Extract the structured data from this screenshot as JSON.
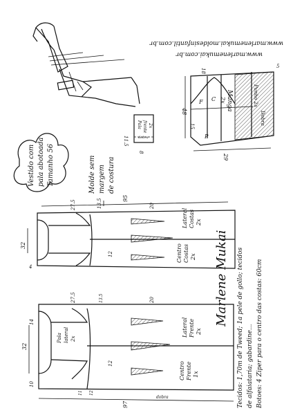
{
  "watermark": {
    "line1": "www.marlenemukai.com.br",
    "line2": "www.marlenemukai.moldesinfantil.com.br"
  },
  "cloud": {
    "line1": "Vestido com",
    "line2": "pala abotoada",
    "line3": "Tamanho 56"
  },
  "note": {
    "line1": "Molde sem",
    "line2": "margem",
    "line3": "de costura"
  },
  "sleeve": {
    "title": "Manga",
    "qty": "2x",
    "cuff": "Punho 2x",
    "cuff_label": "Dobra",
    "front_mark": "F",
    "mid_mark": "C",
    "back_mark": "P",
    "dim_top": "18",
    "dim_cap": "48",
    "dim_side": "15",
    "dim_width": "29",
    "dim_cuff": "5"
  },
  "placket": {
    "title": "Pala",
    "sub": "frente",
    "qty": "2x",
    "fold": "dobra",
    "dim_h": "11.5",
    "dim_w": "8"
  },
  "back_pattern": {
    "label1": "Lateral",
    "label1b": "Costas",
    "qty1": "2x",
    "label2": "Centro",
    "label2b": "Costas",
    "qty2": "2x",
    "dim_len": "95",
    "dim_yoke": "27.5",
    "dim_width": "32",
    "dim_side": "20",
    "dim_dart": "12",
    "dim_small": "4",
    "dim_shoulder": "13.5"
  },
  "front_pattern": {
    "label1": "Pala",
    "label1b": "lateral",
    "qty1": "2x",
    "label2": "Lateral",
    "label2b": "Frente",
    "qty2": "2x",
    "label3": "Centro",
    "label3b": "Frente",
    "qty3": "1x",
    "dim_len": "97",
    "dim_yoke": "27.5",
    "dim_width": "32",
    "dim_side": "20",
    "dim_dart": "12",
    "dim_neck": "10",
    "dim_shoulder": "14",
    "dim_fold": "dobra",
    "dim_a": "12",
    "dim_b": "13.5",
    "dim_c": "11"
  },
  "signature": "Marlene Mukai",
  "materials": {
    "line1": "Tecidos: 1,70m de Tweed; 1a pele de gollo; tecidos",
    "line2": "de alfaiataria; gabardine...",
    "line3": "Botoes: 4   Ziper para o centro das costas: 60cm"
  }
}
